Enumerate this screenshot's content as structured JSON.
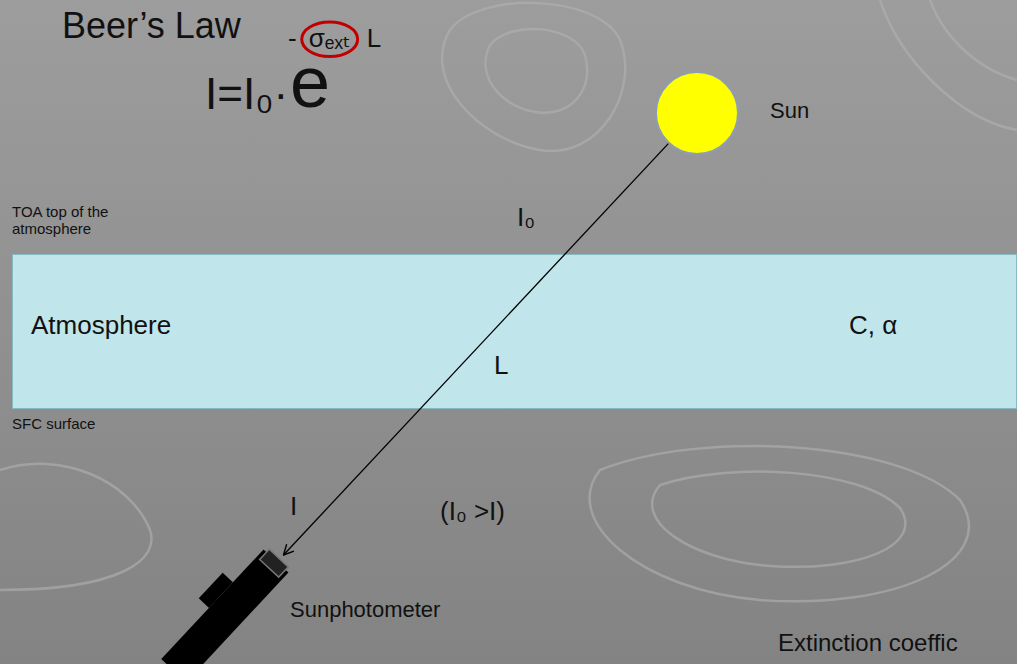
{
  "diagram": {
    "title": "Beer’s Law",
    "nodes": [
      {
        "text": [
          "Sun"
        ]
      },
      {
        "text": [
          "Atmosphere",
          "L",
          "C, α"
        ]
      },
      {
        "text": [
          "Sunphotometer"
        ]
      }
    ],
    "edges": [
      {
        "from": 0,
        "to": 2,
        "arrow": "to"
      }
    ],
    "labels": [
      "I=I₀·",
      "e",
      "-",
      "σₑₓₜ",
      "L",
      "TOA top of the atmosphere",
      "I₀",
      "SFC surface",
      "I",
      "(I₀ >I)",
      "Extinction coeffic"
    ]
  }
}
